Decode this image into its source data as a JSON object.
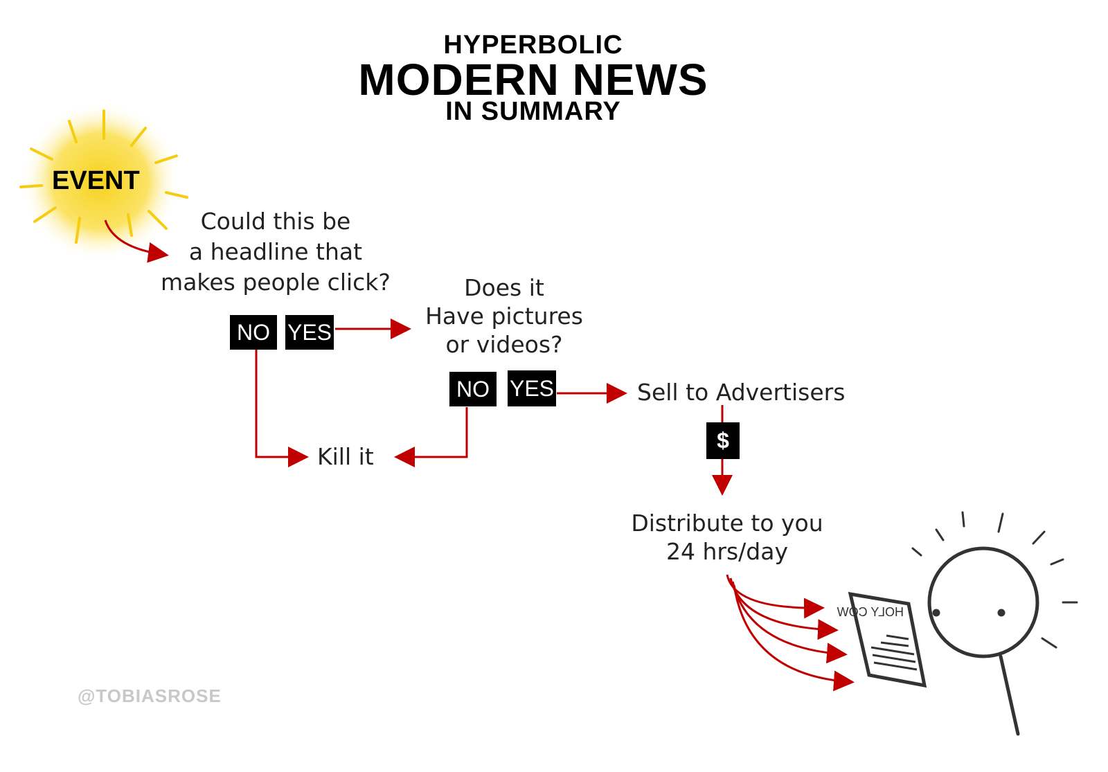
{
  "title": {
    "line1": "HYPERBOLIC",
    "line2": "MODERN NEWS",
    "line3": "IN SUMMARY"
  },
  "event_label": "EVENT",
  "question1": {
    "lines": [
      "Could this be",
      "a headline that",
      "makes people click?"
    ],
    "no": "NO",
    "yes": "YES"
  },
  "question2": {
    "lines": [
      "Does it",
      "Have pictures",
      "or videos?"
    ],
    "no": "NO",
    "yes": "YES"
  },
  "kill": "Kill it",
  "sell": "Sell to Advertisers",
  "money": "$",
  "distribute": {
    "lines": [
      "Distribute to you",
      "24 hrs/day"
    ]
  },
  "newspaper_headline": "HOLY COW",
  "watermark": "@TOBIASROSE",
  "colors": {
    "arrow": "#c00000",
    "burst": "#f7d21e",
    "box": "#000000"
  }
}
